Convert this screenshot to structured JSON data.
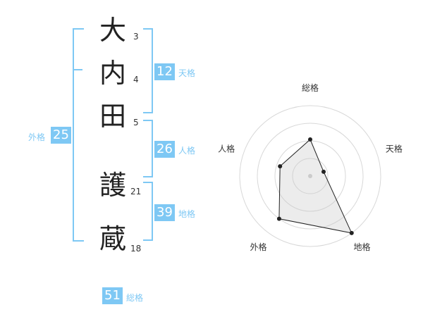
{
  "name": {
    "chars": [
      {
        "char": "大",
        "strokes": "3"
      },
      {
        "char": "内",
        "strokes": "4"
      },
      {
        "char": "田",
        "strokes": "5"
      },
      {
        "char": "護",
        "strokes": "21"
      },
      {
        "char": "蔵",
        "strokes": "18"
      }
    ]
  },
  "fortune": {
    "tenkaku": {
      "value": "12",
      "label": "天格"
    },
    "jinkaku": {
      "value": "26",
      "label": "人格"
    },
    "chikaku": {
      "value": "39",
      "label": "地格"
    },
    "gaikaku": {
      "value": "25",
      "label": "外格"
    },
    "soukaku": {
      "value": "51",
      "label": "総格"
    }
  },
  "colors": {
    "accent": "#7ec8f4",
    "text": "#222222",
    "radar_fill": "#eeeeee"
  },
  "chart_data": {
    "type": "radar",
    "axes": [
      "総格",
      "天格",
      "地格",
      "外格",
      "人格"
    ],
    "values": [
      0.52,
      0.2,
      1.0,
      0.75,
      0.45
    ],
    "max": 1,
    "rings": 4
  }
}
